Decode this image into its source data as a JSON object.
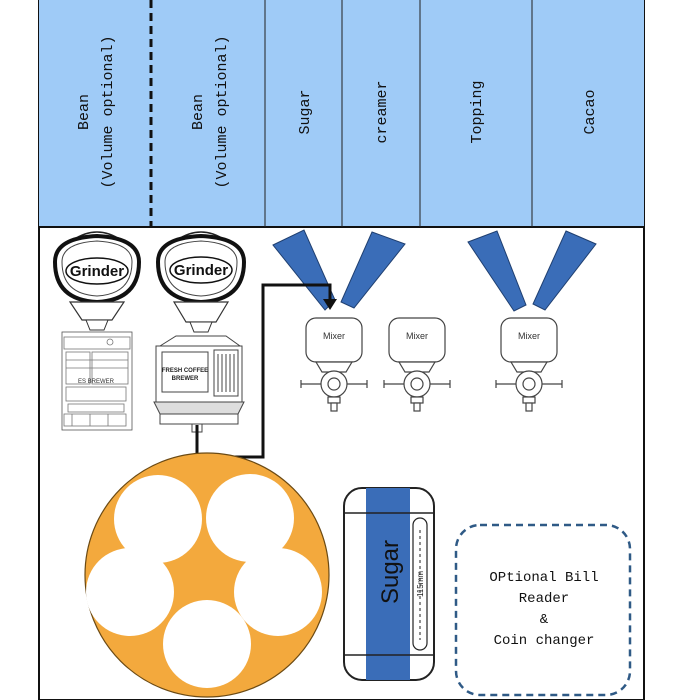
{
  "canisters": [
    {
      "line1": "Bean",
      "line2": "(Volume optional)"
    },
    {
      "line1": "Bean",
      "line2": "(Volume optional)"
    },
    {
      "line1": "Sugar",
      "line2": ""
    },
    {
      "line1": "creamer",
      "line2": ""
    },
    {
      "line1": "Topping",
      "line2": ""
    },
    {
      "line1": "Cacao",
      "line2": ""
    }
  ],
  "grinders": [
    "Grinder",
    "Grinder"
  ],
  "brewers": {
    "left": "ES BREWER",
    "right_line1": "FRESH COFFEE",
    "right_line2": "BREWER"
  },
  "mixers": [
    "Mixer",
    "Mixer",
    "Mixer"
  ],
  "sugar_tube": {
    "label": "Sugar",
    "dimension": "115mm"
  },
  "payment": {
    "line1": "OPtional Bill",
    "line2": "Reader",
    "line3": "&",
    "line4": "Coin changer"
  },
  "colors": {
    "canister_fill": "#9fcbf7",
    "chute_blue": "#3a6db8",
    "cup_turret": "#f3a93d",
    "payment_border": "#2f5a86"
  }
}
